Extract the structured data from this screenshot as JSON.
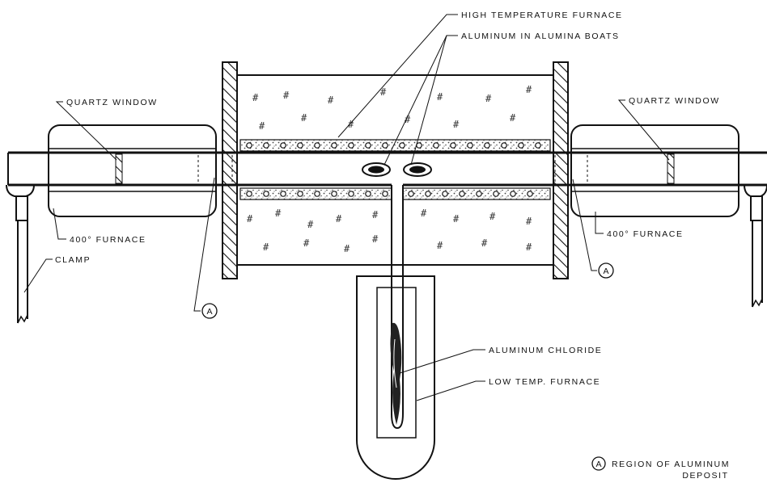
{
  "labels": {
    "high_temp_furnace": "HIGH TEMPERATURE FURNACE",
    "aluminum_boats": "ALUMINUM IN ALUMINA BOATS",
    "quartz_window_left": "QUARTZ WINDOW",
    "quartz_window_right": "QUARTZ WINDOW",
    "furnace_400_left": "400° FURNACE",
    "furnace_400_right": "400° FURNACE",
    "clamp": "CLAMP",
    "aluminum_chloride": "ALUMINUM CHLORIDE",
    "low_temp_furnace": "LOW TEMP. FURNACE",
    "region_marker": "A",
    "legend_line1": "REGION OF ALUMINUM",
    "legend_line2": "DEPOSIT"
  },
  "colors": {
    "ink": "#111111",
    "paper": "#ffffff"
  }
}
